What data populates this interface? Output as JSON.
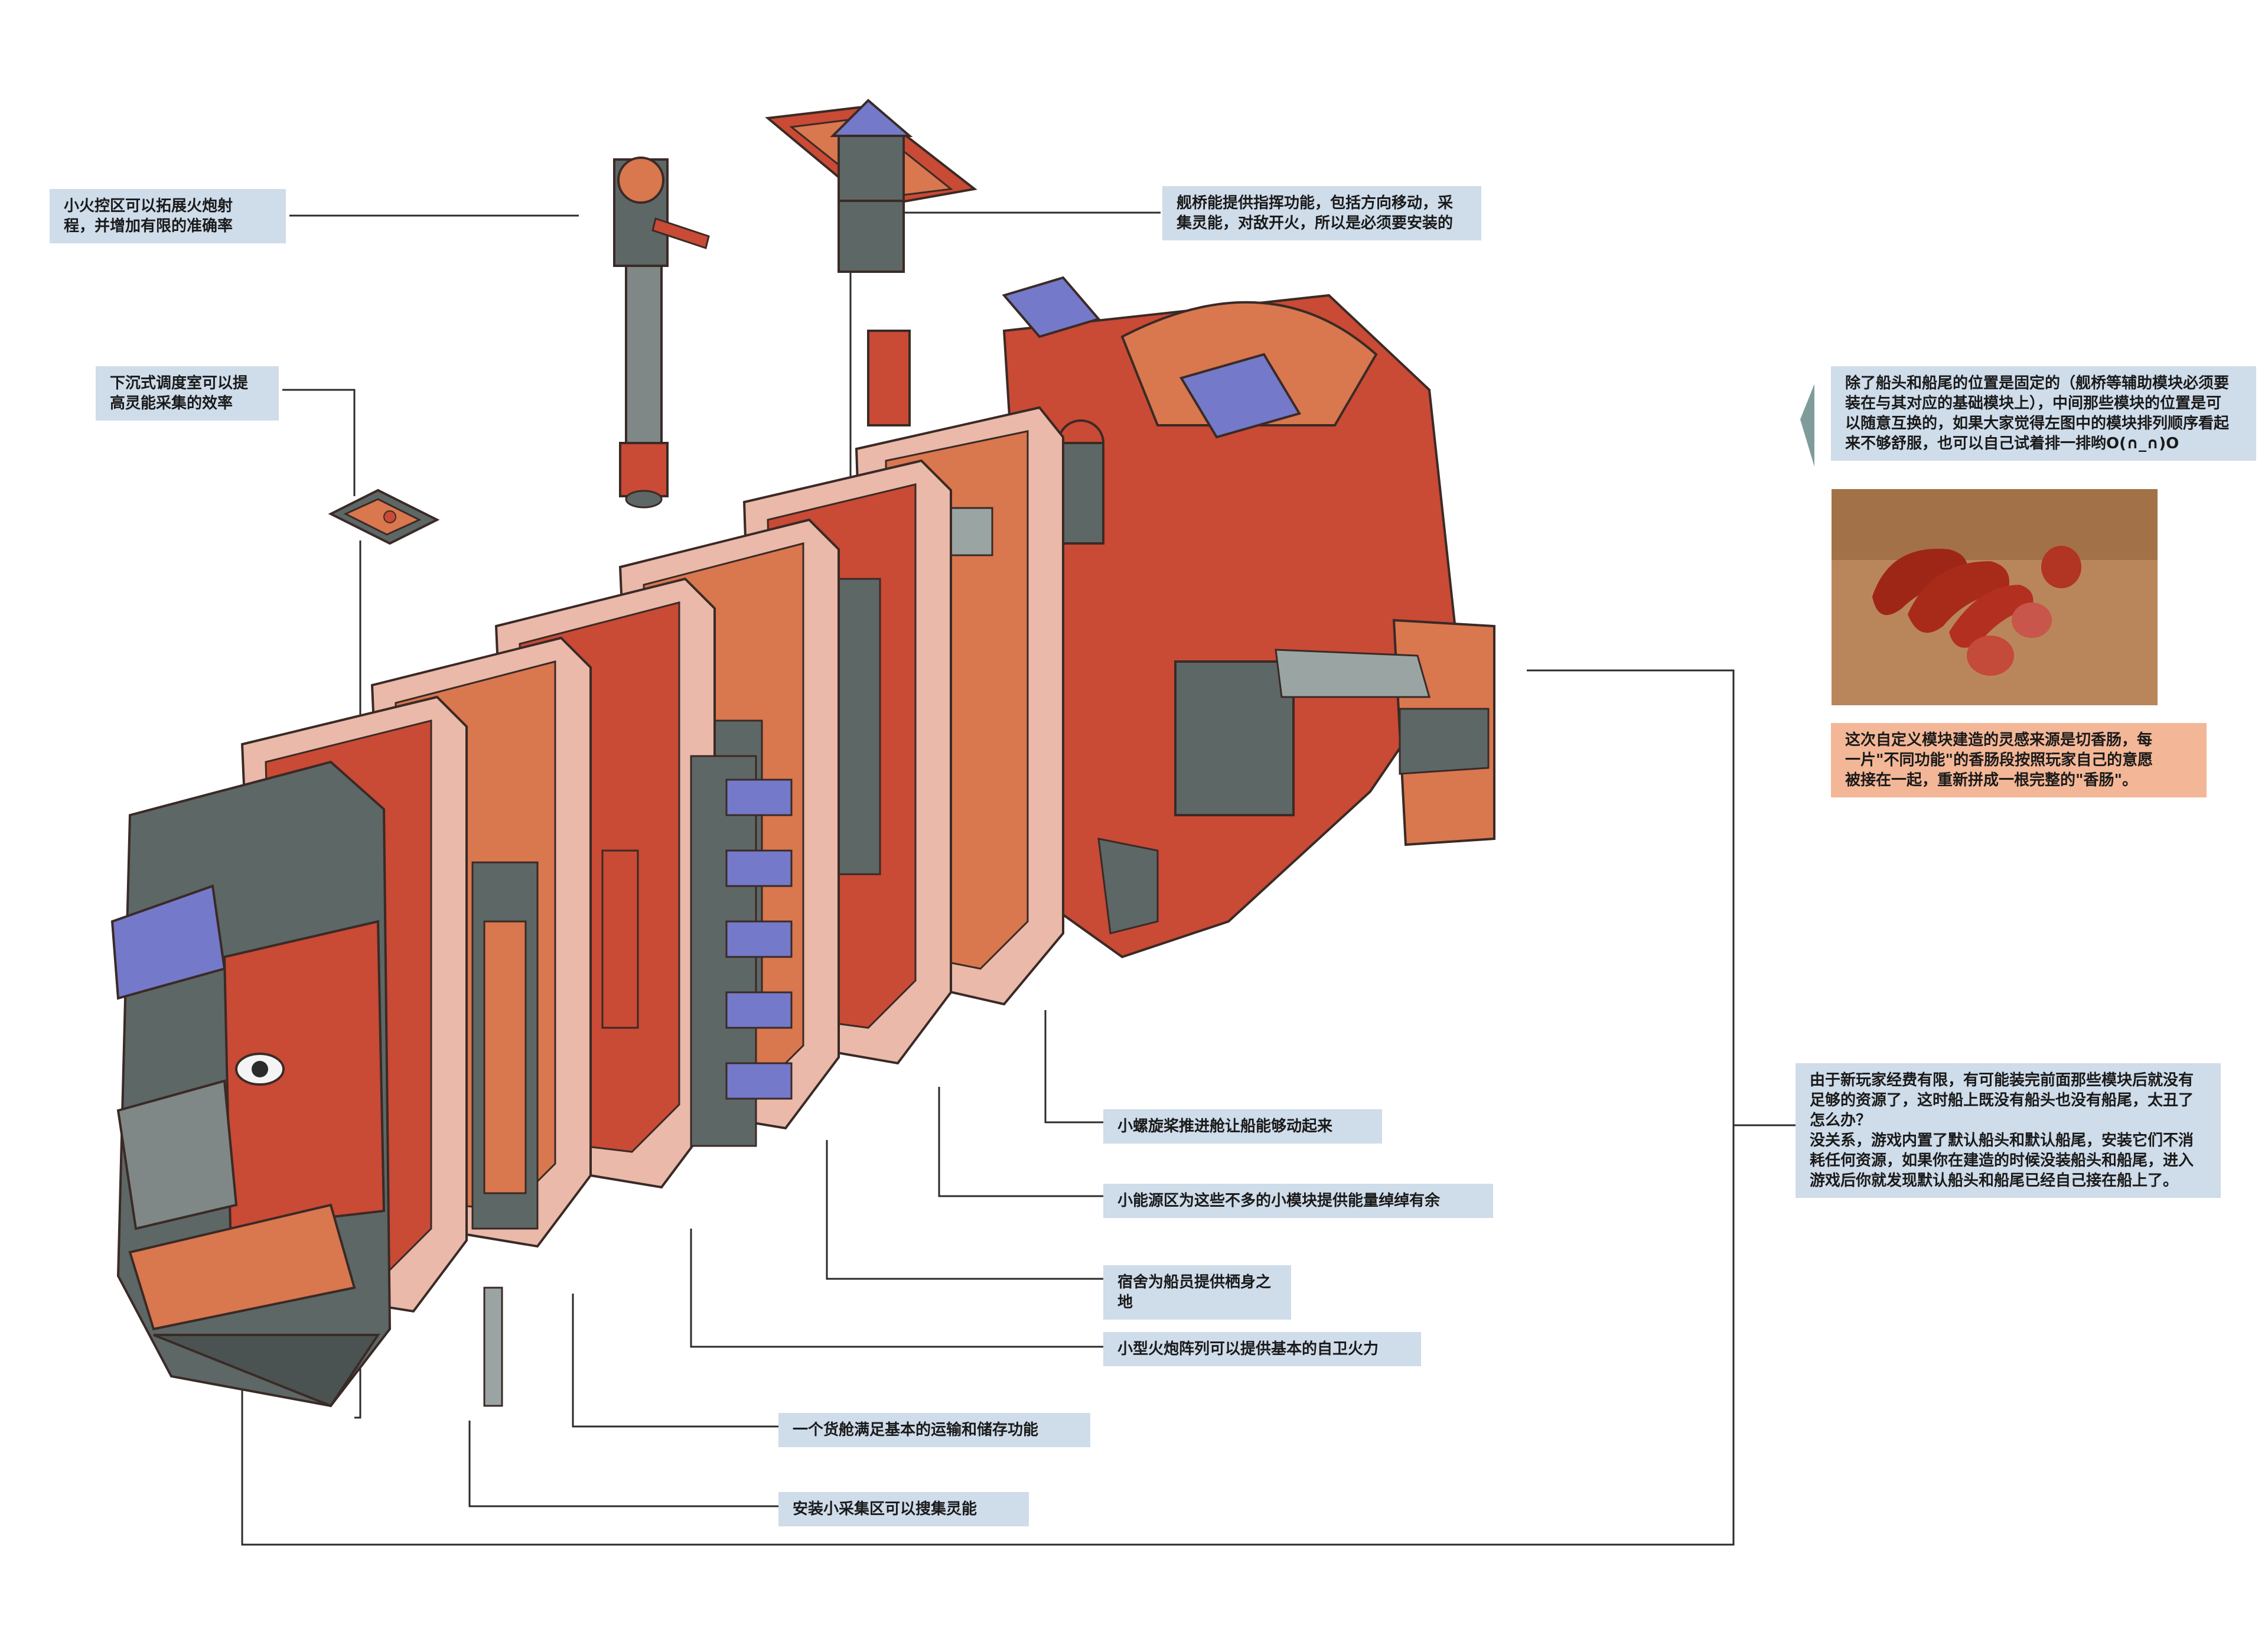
{
  "labels": {
    "fire_control": "小火控区可以拓展火炮射\n程，并增加有限的准确率",
    "sunken_dispatch": "下沉式调度室可以提\n高灵能采集的效率",
    "bridge": "舰桥能提供指挥功能，包括方向移动，采\n集灵能，对敌开火，所以是必须要安装的",
    "propeller": "小螺旋桨推进舱让船能够动起来",
    "energy": "小能源区为这些不多的小模块提供能量绰绰有余",
    "dormitory": "宿舍为船员提供栖身之地",
    "cannons": "小型火炮阵列可以提供基本的自卫火力",
    "cargo": "一个货舱满足基本的运输和储存功能",
    "collector": "安装小采集区可以搜集灵能"
  },
  "side_notes": {
    "modules_note": "除了船头和船尾的位置是固定的（舰桥等辅助模块必须要\n装在与其对应的基础模块上），中间那些模块的位置是可\n以随意互换的，如果大家觉得左图中的模块排列顺序看起\n来不够舒服，也可以自己试着排一排哟O(∩_∩)O",
    "sausage_note": "这次自定义模块建造的灵感来源是切香肠，每\n一片\"不同功能\"的香肠段按照玩家自己的意愿\n被接在一起，重新拼成一根完整的\"香肠\"。",
    "default_note": "由于新玩家经费有限，有可能装完前面那些模块后就没有\n足够的资源了，这时船上既没有船头也没有船尾，太丑了\n怎么办？\n没关系，游戏内置了默认船头和默认船尾，安装它们不消\n耗任何资源，如果你在建造的时候没装船头和船尾，进入\n游戏后你就发现默认船头和船尾已经自己接在船上了。"
  },
  "colors": {
    "label_bg": "#cfdcea",
    "orange_bg": "#f3b797",
    "hull_red": "#c94a35",
    "hull_orange": "#d9774f",
    "panel_pink": "#eab9a9",
    "steel": "#5d6766",
    "roof_blue": "#7479c9"
  }
}
